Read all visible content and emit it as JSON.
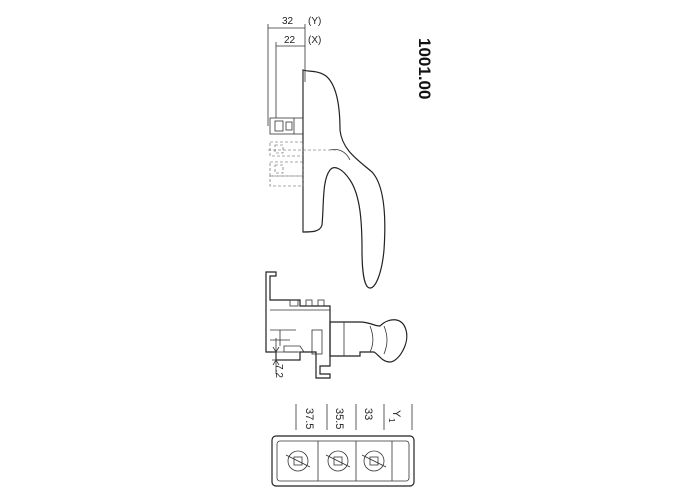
{
  "part_number": "1001.00",
  "top_view": {
    "dim_y_value": "32",
    "dim_y_axis": "(Y)",
    "dim_x_value": "22",
    "dim_x_axis": "(X)"
  },
  "section_view": {
    "dim_value": "7.2"
  },
  "y1_table": {
    "header": "Y",
    "header_subscript": "1",
    "header_color": "#d6231f",
    "values": [
      "37.5",
      "35.5",
      "33"
    ]
  }
}
